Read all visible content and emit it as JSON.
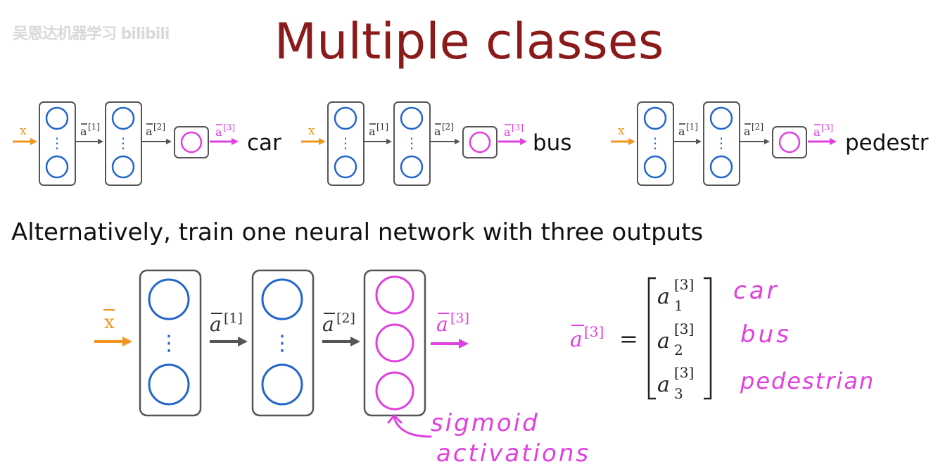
{
  "watermark": "吴恩达机器学习 bilibili",
  "title": "Multiple classes",
  "subtitle": "Alternatively, train one neural network with three outputs",
  "labels": {
    "x": "x",
    "a1": "a",
    "a1_sup": "[1]",
    "a2": "a",
    "a2_sup": "[2]",
    "a3": "a",
    "a3_sup": "[3]",
    "dots": "⋮"
  },
  "small_networks": [
    {
      "output": "car"
    },
    {
      "output": "bus"
    },
    {
      "output": "pedestr"
    }
  ],
  "equation": {
    "lhs": "a",
    "lhs_sup": "[3]",
    "equals": "=",
    "entries": [
      {
        "var": "a",
        "sub": "1",
        "sup": "[3]"
      },
      {
        "var": "a",
        "sub": "2",
        "sup": "[3]"
      },
      {
        "var": "a",
        "sub": "3",
        "sup": "[3]"
      }
    ]
  },
  "handwritten": {
    "car": "car",
    "bus": "bus",
    "pedestrian": "pedestrian",
    "sigmoid": "sigmoid",
    "activations": "activations"
  },
  "colors": {
    "title": "#8b1a1a",
    "input": "#f0961e",
    "hidden": "#2266cc",
    "output": "#e040e0",
    "box": "#555555",
    "arrow": "#555555"
  }
}
